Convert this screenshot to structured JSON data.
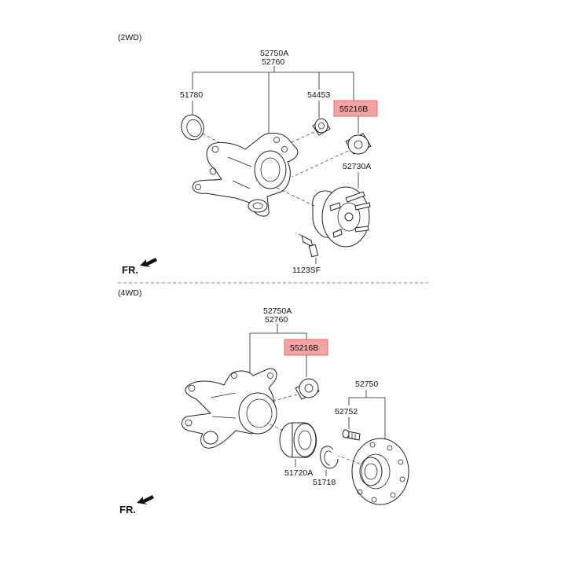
{
  "sections": {
    "top_title": "(2WD)",
    "bottom_title": "(4WD)"
  },
  "top": {
    "knuckle_label_1": "52750A",
    "knuckle_label_2": "52760",
    "cap_label": "51780",
    "bushing_small_label": "54453",
    "bushing_highlight_label": "55216B",
    "hub_label": "52730A",
    "bolt_label": "1123SF",
    "fr_label": "FR."
  },
  "bottom": {
    "knuckle_label_1": "52750A",
    "knuckle_label_2": "52760",
    "bushing_highlight_label": "55216B",
    "hub_label": "52750",
    "stud_label": "52752",
    "bearing_label": "51720A",
    "snap_ring_label": "51718",
    "fr_label": "FR."
  },
  "colors": {
    "highlight": "#f29a9a",
    "line": "#222222"
  }
}
